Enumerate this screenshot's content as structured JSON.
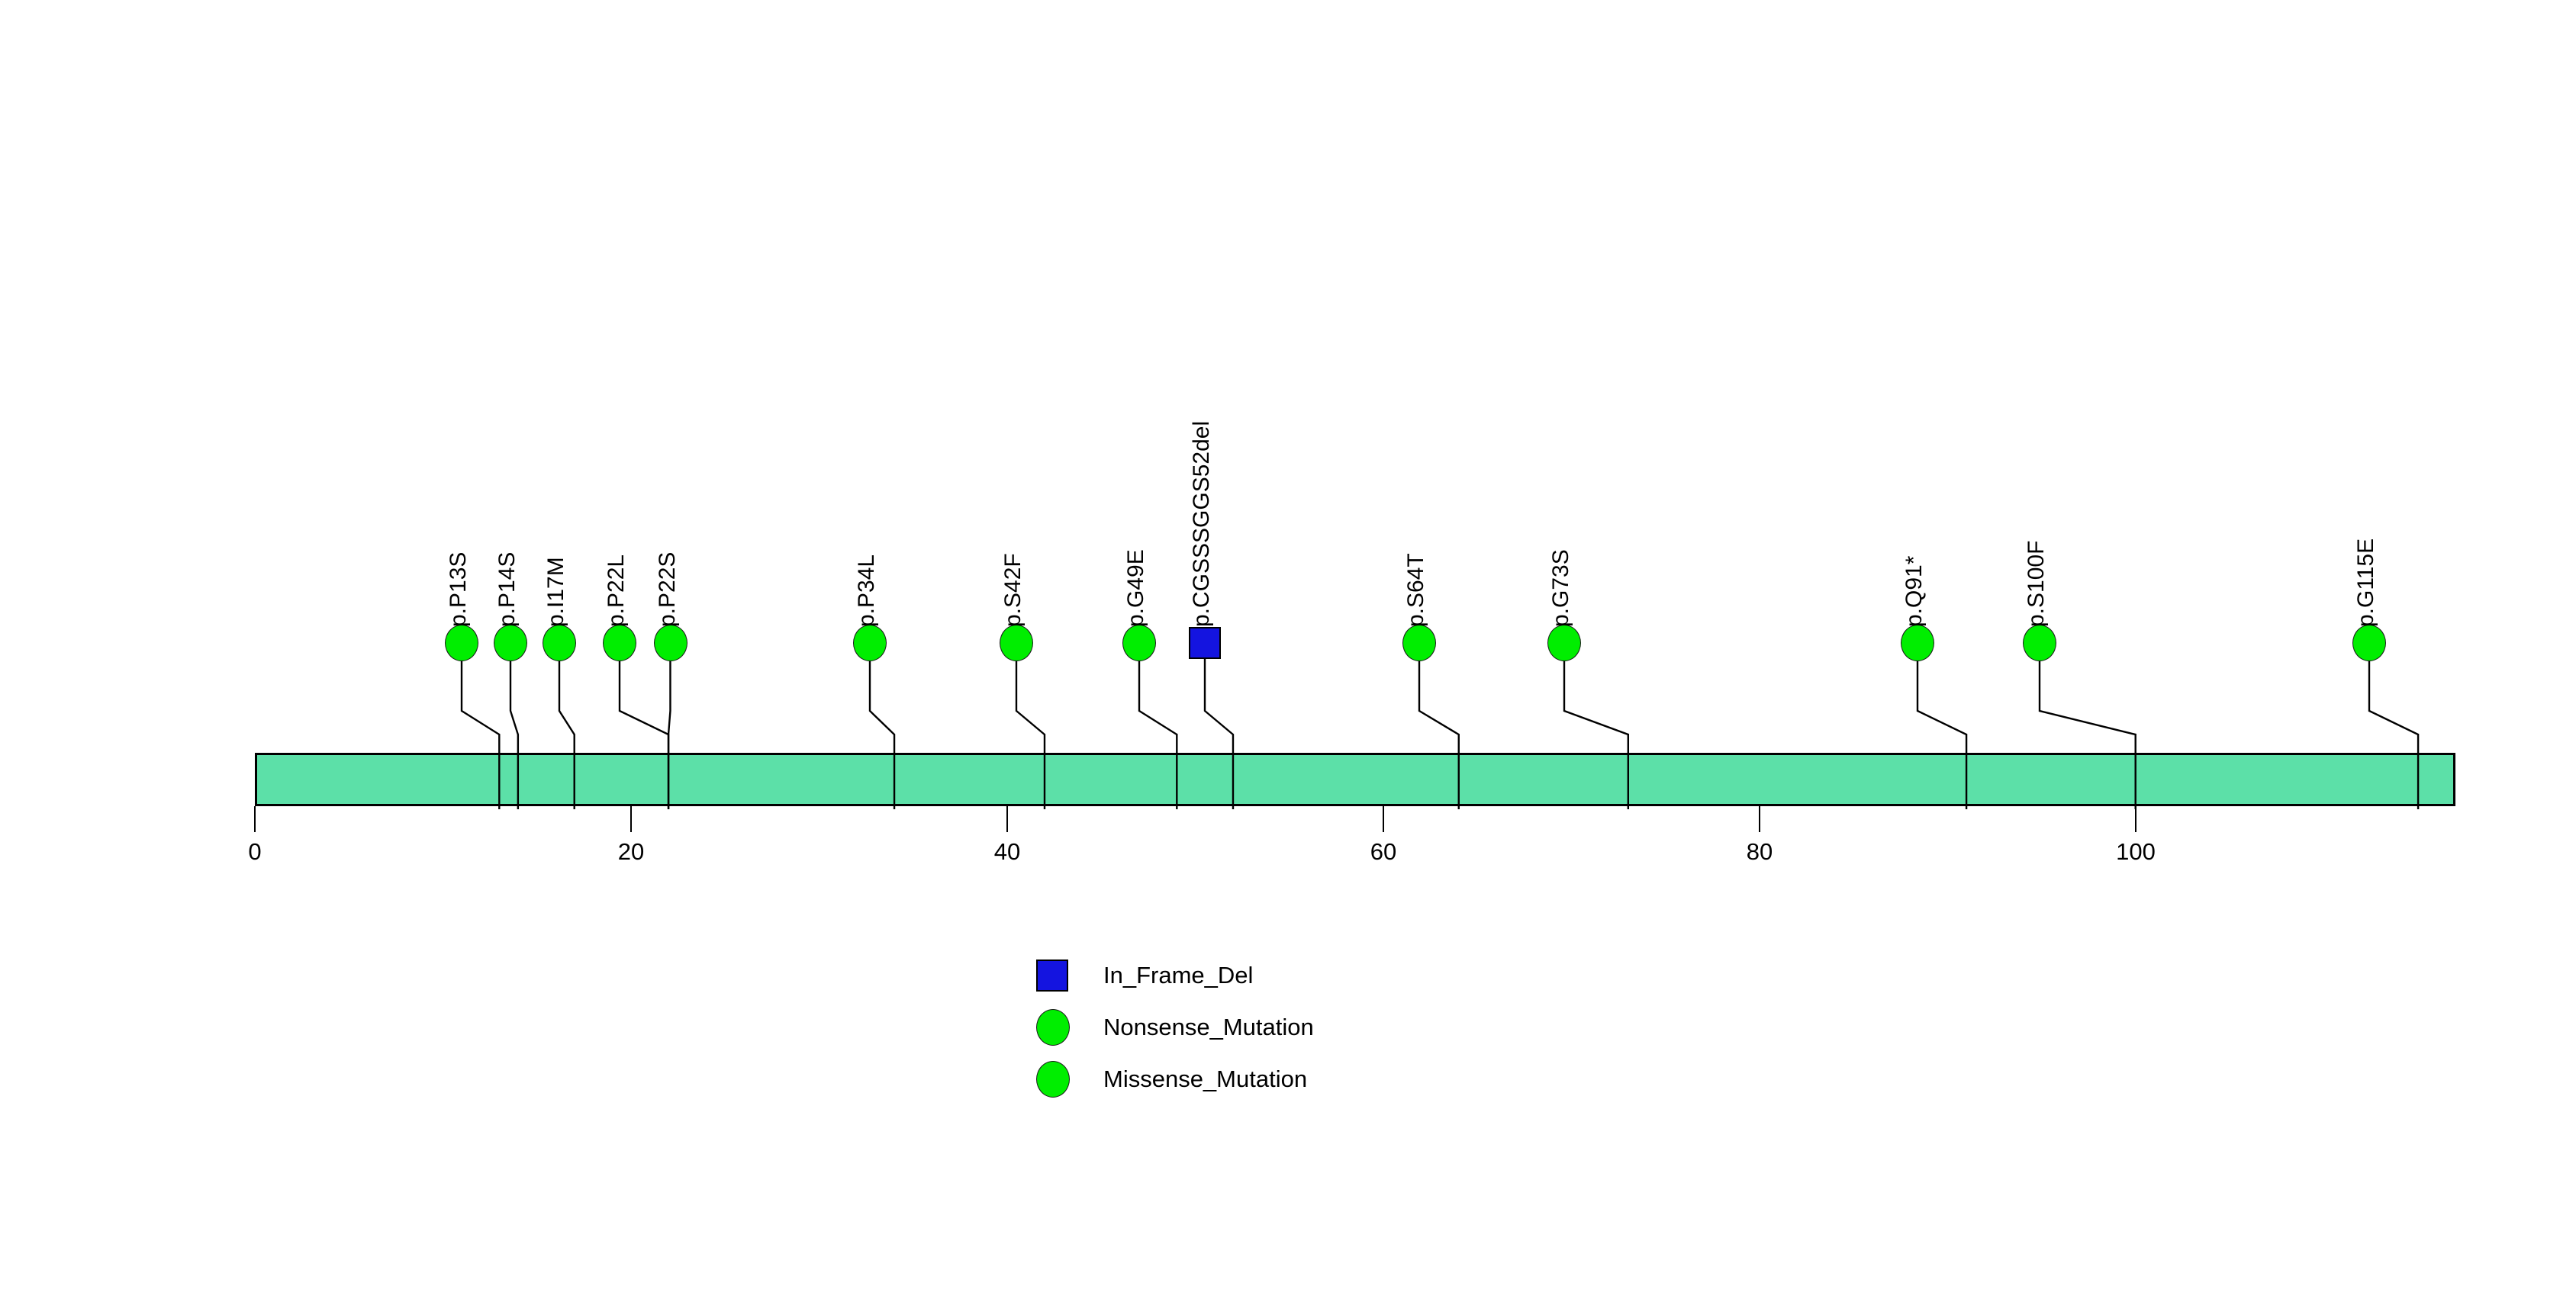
{
  "chart_data": {
    "type": "lollipop",
    "title": "",
    "subtitle": "",
    "xlabel": "",
    "ylabel": "",
    "xlim": [
      0,
      117
    ],
    "grid": false,
    "axis": {
      "ticks": [
        0,
        20,
        40,
        60,
        80,
        100
      ],
      "tick_labels": [
        "0",
        "20",
        "40",
        "60",
        "80",
        "100"
      ]
    },
    "protein": {
      "name": "",
      "start": 0,
      "end": 117,
      "color": "#5ce0a8"
    },
    "legend": {
      "position": "bottom-center",
      "entries": [
        {
          "label": "In_Frame_Del",
          "color": "#1414e0",
          "shape": "square"
        },
        {
          "label": "Nonsense_Mutation",
          "color": "#00ee00",
          "shape": "circle"
        },
        {
          "label": "Missense_Mutation",
          "color": "#00ee00",
          "shape": "circle"
        }
      ]
    },
    "mutations": [
      {
        "label": "p.P13S",
        "position": 13,
        "marker_position": 11.0,
        "shape": "circle",
        "color": "#00ee00",
        "type": "Missense_Mutation"
      },
      {
        "label": "p.P14S",
        "position": 14,
        "marker_position": 13.6,
        "shape": "circle",
        "color": "#00ee00",
        "type": "Missense_Mutation"
      },
      {
        "label": "p.I17M",
        "position": 17,
        "marker_position": 16.2,
        "shape": "circle",
        "color": "#00ee00",
        "type": "Missense_Mutation"
      },
      {
        "label": "p.P22L",
        "position": 22,
        "marker_position": 19.4,
        "shape": "circle",
        "color": "#00ee00",
        "type": "Missense_Mutation"
      },
      {
        "label": "p.P22S",
        "position": 22,
        "marker_position": 22.1,
        "shape": "circle",
        "color": "#00ee00",
        "type": "Missense_Mutation"
      },
      {
        "label": "p.P34L",
        "position": 34,
        "marker_position": 32.7,
        "shape": "circle",
        "color": "#00ee00",
        "type": "Missense_Mutation"
      },
      {
        "label": "p.S42F",
        "position": 42,
        "marker_position": 40.5,
        "shape": "circle",
        "color": "#00ee00",
        "type": "Missense_Mutation"
      },
      {
        "label": "p.G49E",
        "position": 49,
        "marker_position": 47.0,
        "shape": "circle",
        "color": "#00ee00",
        "type": "Missense_Mutation"
      },
      {
        "label": "p.CGSSSGGS52del",
        "position": 52,
        "marker_position": 50.5,
        "shape": "square",
        "color": "#1414e0",
        "type": "In_Frame_Del"
      },
      {
        "label": "p.S64T",
        "position": 64,
        "marker_position": 61.9,
        "shape": "circle",
        "color": "#00ee00",
        "type": "Missense_Mutation"
      },
      {
        "label": "p.G73S",
        "position": 73,
        "marker_position": 69.6,
        "shape": "circle",
        "color": "#00ee00",
        "type": "Missense_Mutation"
      },
      {
        "label": "p.Q91*",
        "position": 91,
        "marker_position": 88.4,
        "shape": "circle",
        "color": "#00ee00",
        "type": "Nonsense_Mutation"
      },
      {
        "label": "p.S100F",
        "position": 100,
        "marker_position": 94.9,
        "shape": "circle",
        "color": "#00ee00",
        "type": "Missense_Mutation"
      },
      {
        "label": "p.G115E",
        "position": 115,
        "marker_position": 112.4,
        "shape": "circle",
        "color": "#00ee00",
        "type": "Missense_Mutation"
      }
    ]
  }
}
